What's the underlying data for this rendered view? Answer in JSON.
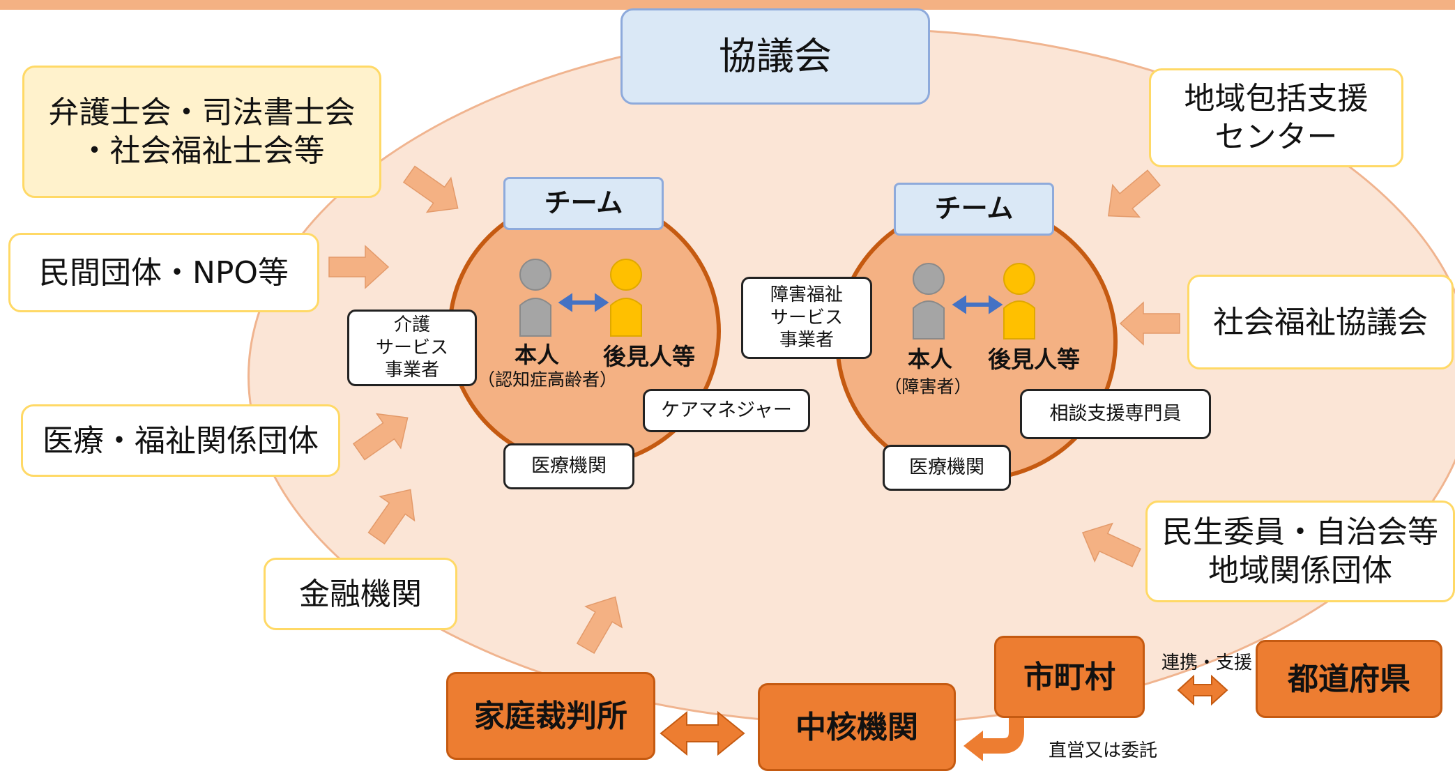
{
  "council": "協議会",
  "outer_groups": {
    "lawyers": "弁護士会・司法書士会\n・社会福祉士会等",
    "private": "民間団体・NPO等",
    "medical_welfare": "医療・福祉関係団体",
    "finance": "金融機関",
    "regional_center": "地域包括支援\nセンター",
    "social_welfare_council": "社会福祉協議会",
    "community": "民生委員・自治会等\n地域関係団体"
  },
  "team1": {
    "tab": "チーム",
    "person": "本人",
    "person_note": "（認知症高齢者）",
    "guardian": "後見人等",
    "care_service": "介護\nサービス\n事業者",
    "care_manager": "ケアマネジャー",
    "medical": "医療機関"
  },
  "team2": {
    "tab": "チーム",
    "person": "本人",
    "person_note": "（障害者）",
    "guardian": "後見人等",
    "disability_service": "障害福祉\nサービス\n事業者",
    "consultant": "相談支援専門員",
    "medical": "医療機関"
  },
  "institutions": {
    "family_court": "家庭裁判所",
    "core_agency": "中核機関",
    "municipality": "市町村",
    "prefecture": "都道府県",
    "cooperation": "連携・支援",
    "direct_or_entrust": "直営又は委託"
  },
  "colors": {
    "orange_fill": "#ed7d31",
    "ellipse_fill": "#fbe5d6",
    "team_circle": "#f4b183",
    "blue_box": "#dae8f6",
    "guardian_yellow": "#ffc000",
    "person_gray": "#a5a5a5",
    "link_blue": "#4472c4"
  }
}
